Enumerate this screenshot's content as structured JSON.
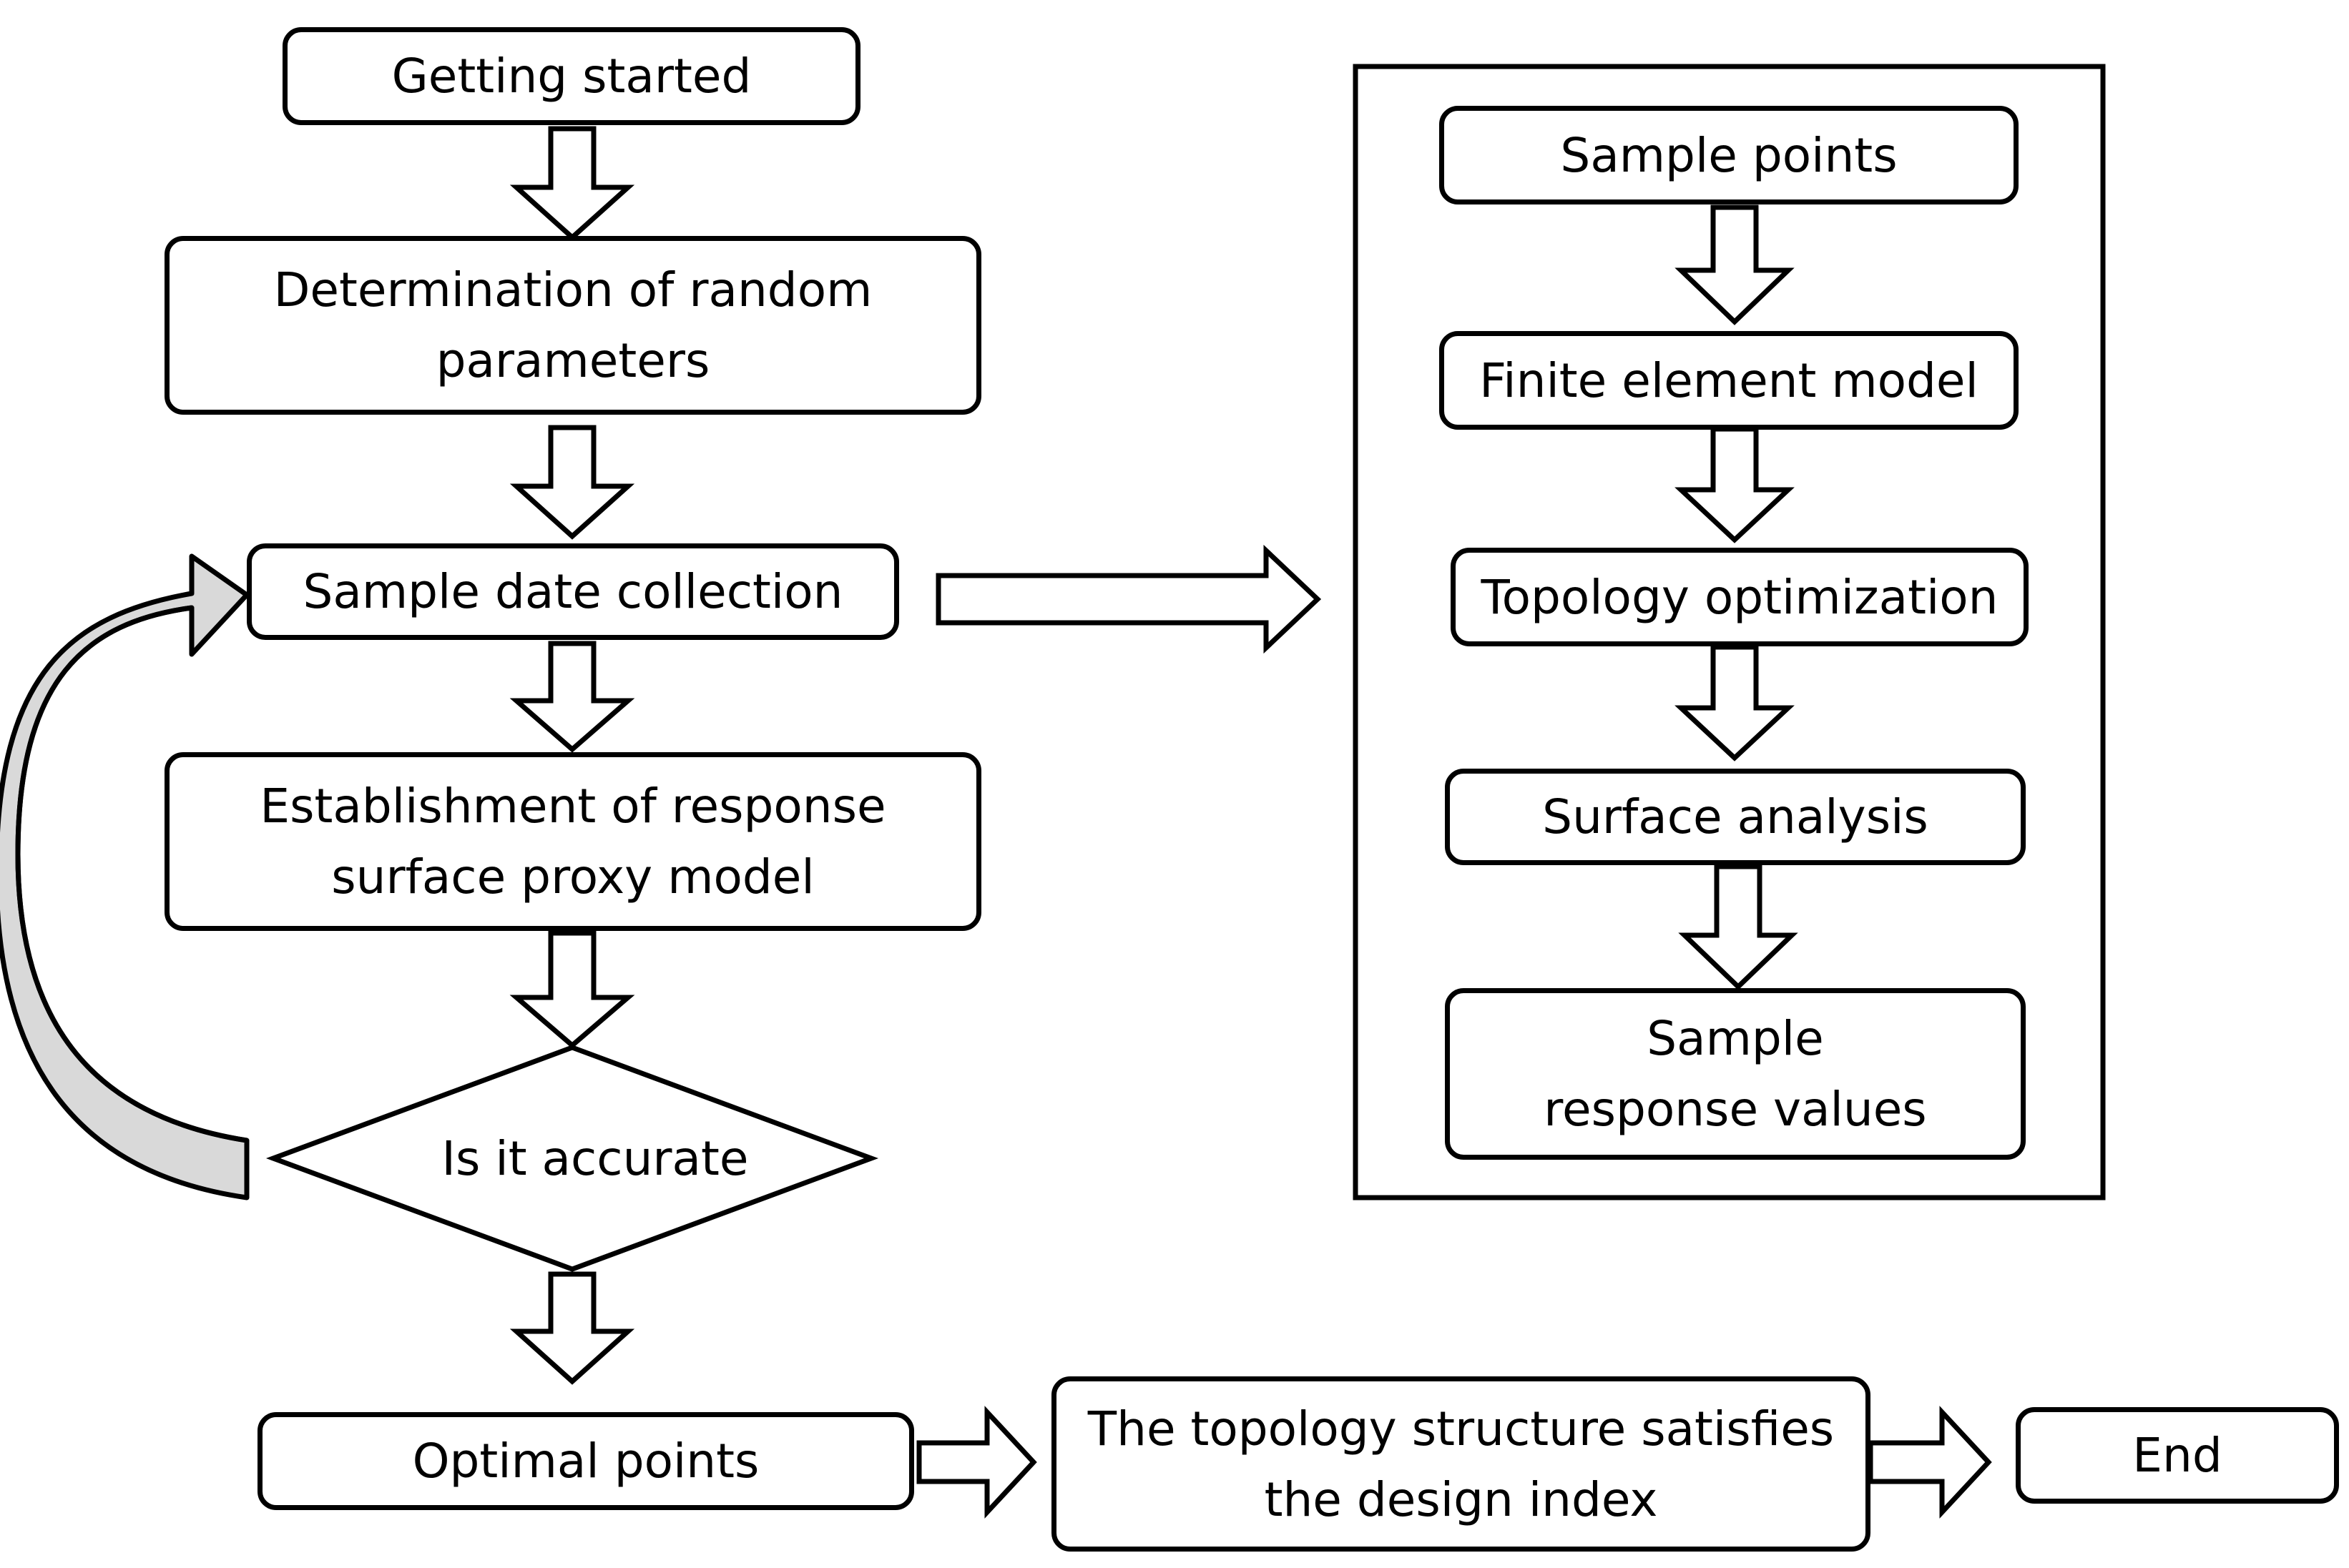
{
  "left_flow": {
    "getting_started": "Getting started",
    "determination": "Determination of random parameters",
    "sample_date_collection": "Sample date collection",
    "establishment": "Establishment of response surface proxy model",
    "decision": "Is it accurate"
  },
  "right_panel": {
    "sample_points": "Sample points",
    "finite_element_model": "Finite element model",
    "topology_optimization": "Topology optimization",
    "surface_analysis": "Surface analysis",
    "sample_response_values": "Sample response values"
  },
  "bottom_flow": {
    "optimal_points": "Optimal points",
    "topology_satisfies": "The topology structure satisfies the design index",
    "end": "End"
  },
  "colors": {
    "stroke": "#000000",
    "fill": "#ffffff",
    "loop_arrow_fill": "#d9d9d9"
  }
}
